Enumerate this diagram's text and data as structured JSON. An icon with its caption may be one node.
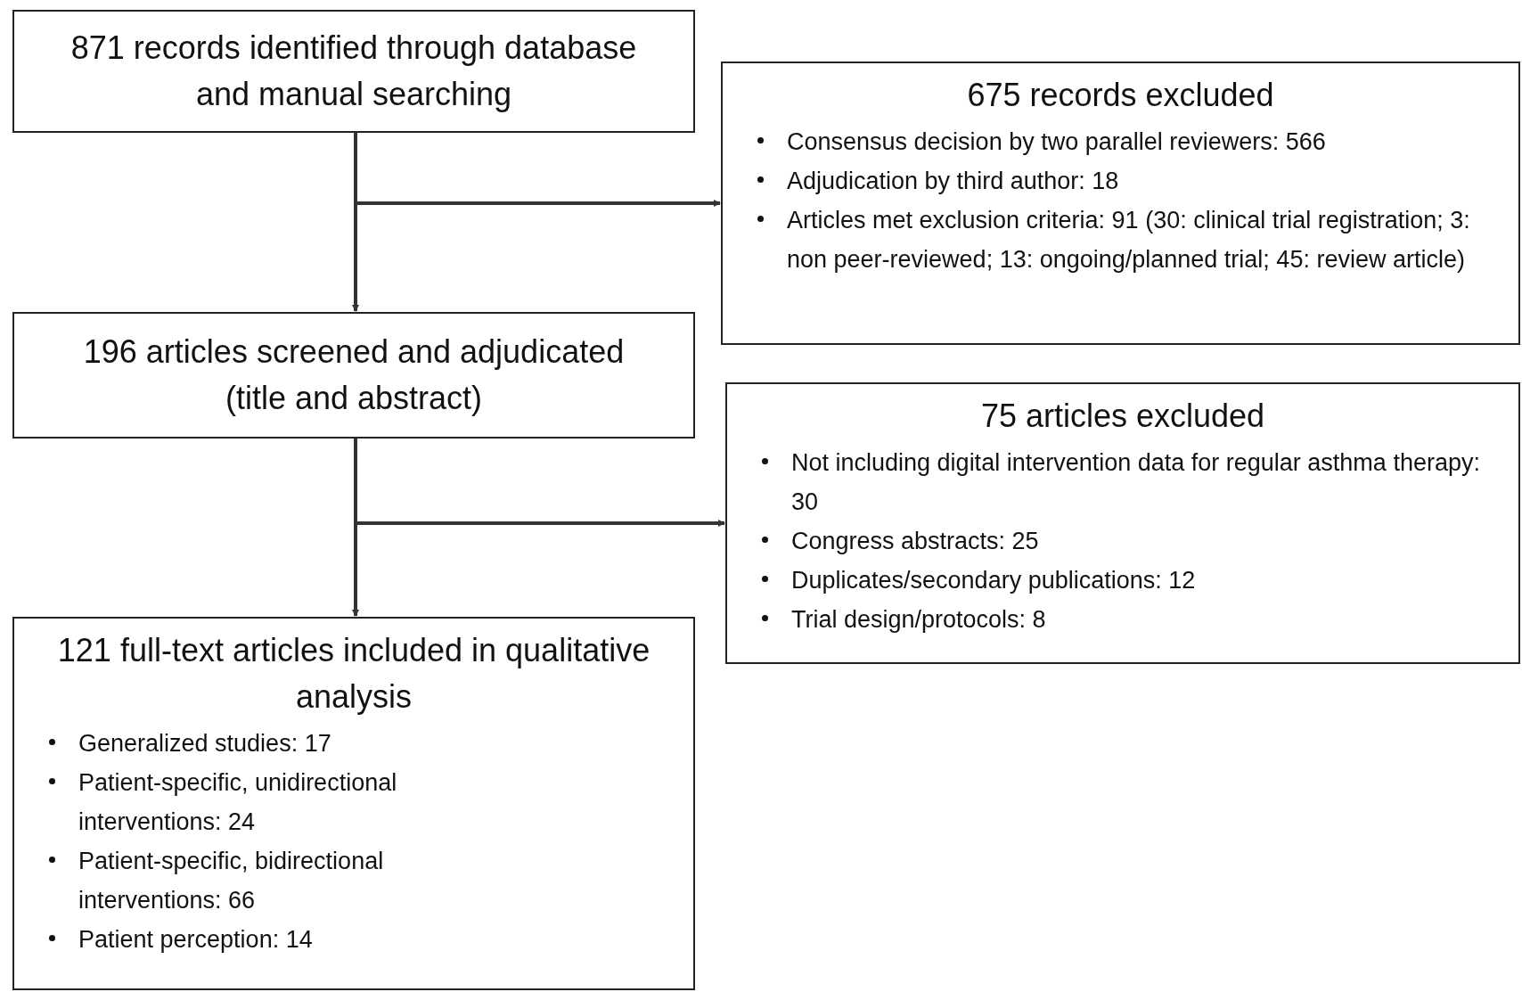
{
  "diagram": {
    "nodes": [
      {
        "text": [
          "871 records identified through database and manual searching"
        ]
      },
      {
        "text": [
          "675 records excluded",
          "Consensus decision by two parallel reviewers: 566",
          "Adjudication by third author: 18",
          "Articles met exclusion criteria: 91 (30: clinical trial registration; 3: non peer-reviewed; 13: ongoing/planned trial; 45: review article)"
        ]
      },
      {
        "text": [
          "196 articles screened and adjudicated (title and abstract)"
        ]
      },
      {
        "text": [
          "75 articles excluded",
          "Not including digital intervention data for regular asthma therapy: 30",
          "Congress abstracts: 25",
          "Duplicates/secondary publications: 12",
          "Trial design/protocols: 8"
        ]
      },
      {
        "text": [
          "121 full-text articles included in qualitative analysis",
          "Generalized studies: 17",
          "Patient-specific, unidirectional interventions: 24",
          "Patient-specific, bidirectional interventions: 66",
          "Patient perception: 14"
        ]
      }
    ],
    "edges": [
      {
        "from": 0,
        "to": 2,
        "arrow": "to"
      },
      {
        "from": 0,
        "to": 1,
        "arrow": "to"
      },
      {
        "from": 2,
        "to": 4,
        "arrow": "to"
      },
      {
        "from": 2,
        "to": 3,
        "arrow": "to"
      }
    ]
  }
}
